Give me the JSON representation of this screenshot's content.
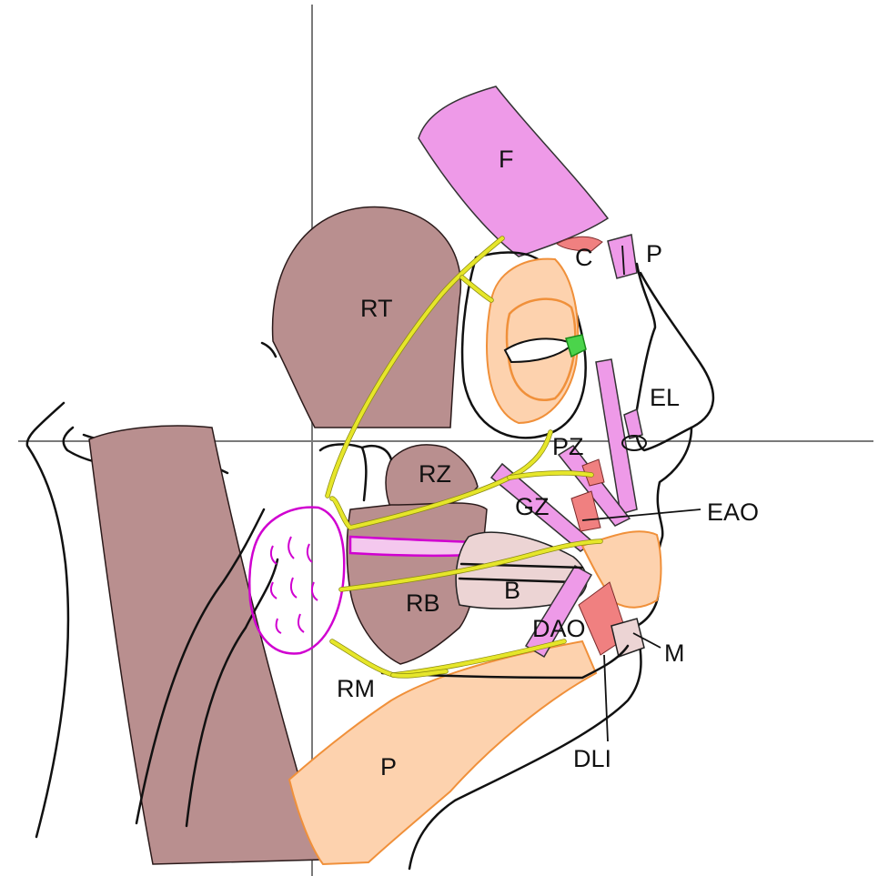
{
  "labels": {
    "F": "F",
    "C": "C",
    "P_top": "P",
    "RT": "RT",
    "EL": "EL",
    "PZ": "PZ",
    "RZ": "RZ",
    "GZ": "GZ",
    "EAO": "EAO",
    "B": "B",
    "RB": "RB",
    "DAO": "DAO",
    "M": "M",
    "RM": "RM",
    "DLI": "DLI",
    "P_bottom": "P"
  },
  "colors": {
    "nerve": "#e6e62a",
    "muscle_dark": "#b98f8f",
    "muscle_pink": "#ee9ae8",
    "muscle_red": "#f08080",
    "skin": "#fdd2ae",
    "gland_outline": "#d000d0",
    "axis": "#7a7a7a"
  }
}
